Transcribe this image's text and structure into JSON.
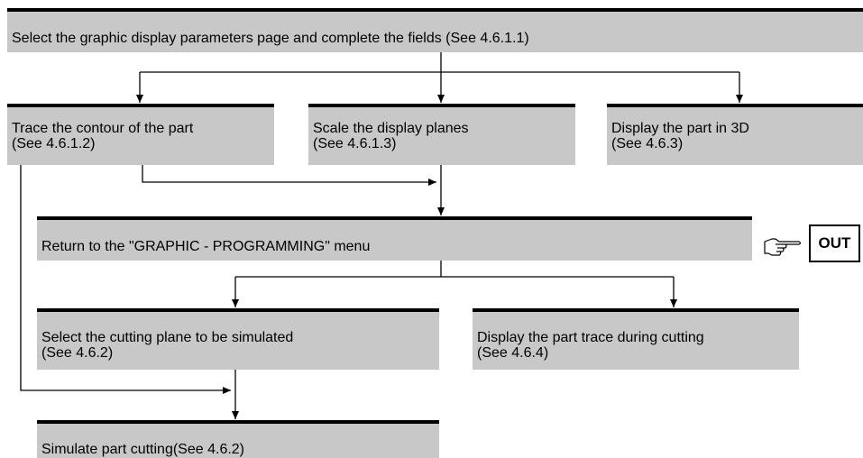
{
  "steps": {
    "select_params": {
      "line1": "Select the graphic display parameters page and complete the fields (See 4.6.1.1)"
    },
    "trace_contour": {
      "line1": "Trace the contour of the part",
      "line2": "(See 4.6.1.2)"
    },
    "scale_planes": {
      "line1": "Scale the display planes",
      "line2": "(See 4.6.1.3)"
    },
    "display_3d": {
      "line1": "Display the part in 3D",
      "line2": "(See 4.6.3)"
    },
    "return_menu": {
      "line1": "Return to the \"GRAPHIC - PROGRAMMING\" menu"
    },
    "select_cutting_plane": {
      "line1": "Select the cutting plane to be simulated",
      "line2": "(See 4.6.2)"
    },
    "display_trace": {
      "line1": "Display the part trace during cutting",
      "line2": "(See 4.6.4)"
    },
    "simulate_cutting": {
      "line1": "Simulate part cutting(See 4.6.2)"
    }
  },
  "out_key": {
    "label": "OUT",
    "icon": "pointing-hand-icon"
  },
  "colors": {
    "box_fill": "#c8c8c8",
    "box_border": "#000000",
    "line": "#000000"
  }
}
